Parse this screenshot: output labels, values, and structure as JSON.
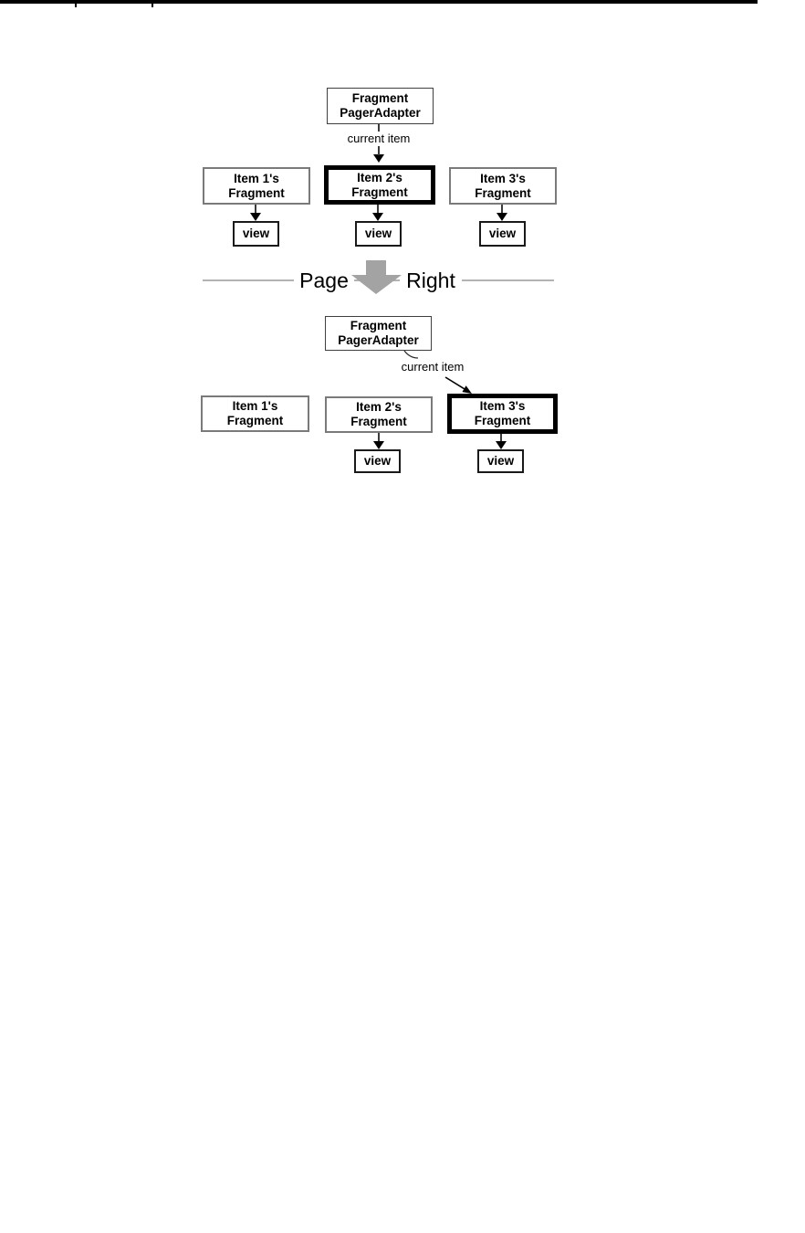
{
  "page": {
    "background": "#ffffff"
  },
  "top_rule": {
    "color": "#000000",
    "tick_count": 2
  },
  "colors": {
    "normal_box_border": "#7a7a7a",
    "highlight_box_border": "#000000",
    "adapter_box_border": "#3f3f3f",
    "view_box_border": "#1a1a1a",
    "divider_line": "#b3b3b3",
    "block_arrow": "#a3a3a3",
    "arrow": "#000000"
  },
  "state_before": {
    "adapter_box": {
      "line1": "Fragment",
      "line2": "PagerAdapter"
    },
    "current_item_label": "current item",
    "items": [
      {
        "line1": "Item 1's",
        "line2": "Fragment",
        "highlighted": false,
        "view_label": "view"
      },
      {
        "line1": "Item 2's",
        "line2": "Fragment",
        "highlighted": true,
        "view_label": "view"
      },
      {
        "line1": "Item 3's",
        "line2": "Fragment",
        "highlighted": false,
        "view_label": "view"
      }
    ]
  },
  "transition": {
    "left_label": "Page",
    "right_label": "Right"
  },
  "state_after": {
    "adapter_box": {
      "line1": "Fragment",
      "line2": "PagerAdapter"
    },
    "current_item_label": "current item",
    "items": [
      {
        "line1": "Item 1's",
        "line2": "Fragment",
        "highlighted": false
      },
      {
        "line1": "Item 2's",
        "line2": "Fragment",
        "highlighted": false,
        "view_label": "view"
      },
      {
        "line1": "Item 3's",
        "line2": "Fragment",
        "highlighted": true,
        "view_label": "view"
      }
    ]
  }
}
